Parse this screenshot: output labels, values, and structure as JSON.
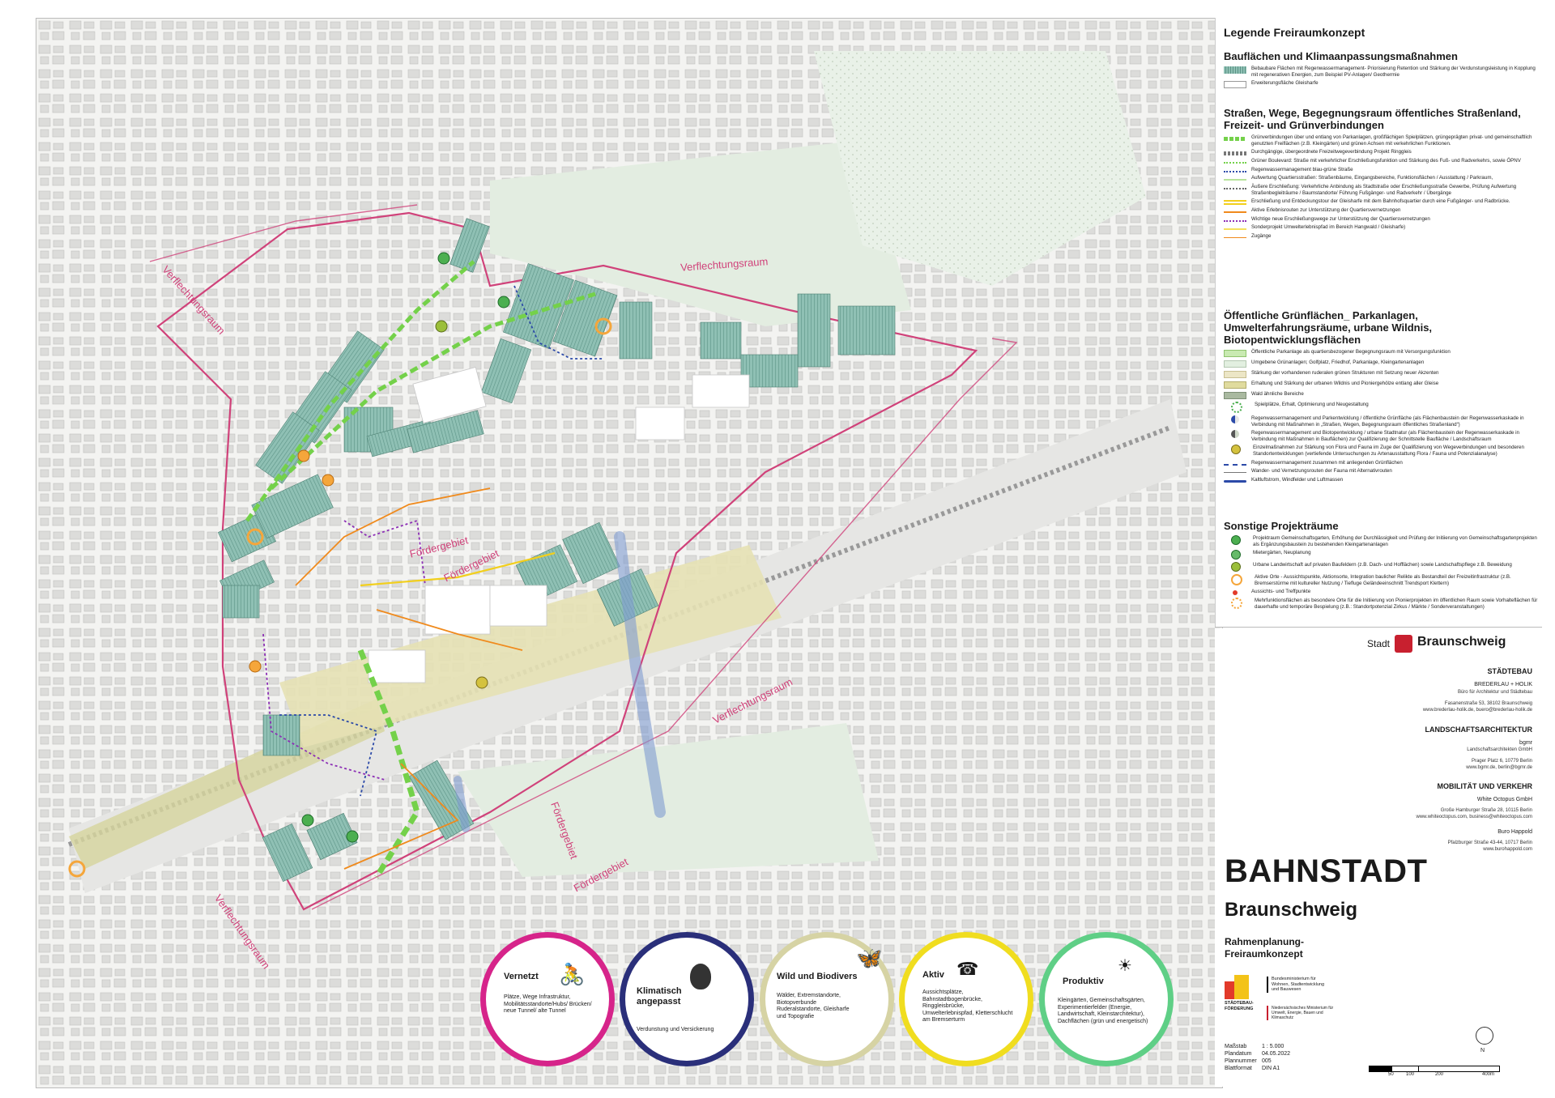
{
  "map": {
    "labels": {
      "verflechtungsraum": "Verflechtungsraum",
      "foerdergebiet": "Fördergebiet"
    }
  },
  "legend": {
    "title": "Legende Freiraumkonzept",
    "sections": [
      {
        "heading": "Bauflächen und Klimaanpassungsmaßnahmen",
        "items": [
          {
            "symbol": "hatched-teal",
            "text": "Bebaubare Flächen mit Regenwassermanagement- Priorisierung Retention und Stärkung der Verdunstungsleistung in Kopplung mit regenerativen Energien, zum Beispiel PV-Anlagen/ Geothermie"
          },
          {
            "symbol": "white-box",
            "text": "Erweiterungsfläche Gleisharfe"
          }
        ]
      },
      {
        "heading": "Straßen, Wege, Begegnungsraum öffentliches Straßenland, Freizeit- und Grünverbindungen",
        "items": [
          {
            "symbol": "green-dash-thick",
            "text": "Grünverbindungen über und entlang von Parkanlagen, großflächigen Spielplätzen, grüngeprägten privat- und gemeinschaftlich genutzten Freiflächen (z.B. Kleingärten) und grünen Achsen mit verkehrlichen Funktionen."
          },
          {
            "symbol": "grey-dash-thick",
            "text": "Durchgängige, übergeordnete Freizeitwegeverbindung Projekt Ringgleis"
          },
          {
            "symbol": "green-dot",
            "text": "Grüner Boulevard: Straße mit verkehrlicher Erschließungsfunktion und Stärkung des Fuß- und Radverkehrs, sowie ÖPNV"
          },
          {
            "symbol": "blue-dot",
            "text": "Regenwassermanagement blau-grüne Straße"
          },
          {
            "symbol": "light-green-line",
            "text": "Aufwertung Quartiersstraßen: Straßenbäume, Eingangsbereiche, Funktionsflächen / Ausstattung / Parkraum,"
          },
          {
            "symbol": "grey-dot",
            "text": "Äußere Erschließung: Verkehrliche Anbindung als Stadtstraße oder Erschließungsstraße Gewerbe, Prüfung Aufwertung Straßenbegleiträume / Baumstandorte/ Führung Fußgänger- und Radverkehr / Übergänge"
          },
          {
            "symbol": "yellow-line",
            "text": "Erschließung und Entdeckungstour der Gleisharfe mit dem Bahnhofsquartier durch eine Fußgänger- und Radbrücke."
          },
          {
            "symbol": "orange-line",
            "text": "Aktive Erlebnisrouten zur Unterstützung der Quartiersvernetzungen"
          },
          {
            "symbol": "purple-dot",
            "text": "Wichtige neue Erschließungswege zur Unterstützung der Quartiersvernetzungen"
          },
          {
            "symbol": "yellow-thin",
            "text": "Sonderprojekt Umwelterlebnispfad im Bereich Hangwald / Gleisharfe)"
          },
          {
            "symbol": "arrow-orange",
            "text": "Zugänge"
          }
        ]
      },
      {
        "heading": "Öffentliche Grünflächen_ Parkanlagen, Umwelterfahrungsräume, urbane Wildnis, Biotopentwicklungsflächen",
        "items": [
          {
            "symbol": "light-green-fill",
            "text": "Öffentliche Parkanlage als quartiersbezogener Begegnungsraum mit Versorgungsfunktion"
          },
          {
            "symbol": "pale-green-fill",
            "text": "Umgebene Grünanlagen; Golfplatz, Friedhof, Parkanlage, Kleingartenanlagen"
          },
          {
            "symbol": "beige-fill",
            "text": "Stärkung der vorhandenen ruderalen grünen Strukturen mit Setzung neuer Akzenten"
          },
          {
            "symbol": "khaki-fill",
            "text": "Erhaltung und Stärkung der urbanen Wildnis und Pioniergehölze entlang aller Gleise"
          },
          {
            "symbol": "olive-fill",
            "text": "Wald ähnliche Bereiche"
          },
          {
            "symbol": "green-star",
            "text": "Spielplätze, Erhalt, Optimierung und Neugestaltung"
          },
          {
            "symbol": "blue-half",
            "text": "Regenwassermanagement und Parkentwicklung / öffentliche Grünfläche (als Flächenbaustein der Regenwasserkaskade in Verbindung mit Maßnahmen in „Straßen, Wegen, Begegnungsraum öffentliches Straßenland“)"
          },
          {
            "symbol": "grey-half",
            "text": "Regenwassermanagement und Biotopentwicklung / urbane Stadtnatur (als Flächenbaustein der Regenwasserkaskade in Verbindung mit Maßnahmen in Bauflächen) zur Qualifizierung der Schnittstelle Baufläche / Landschaftsraum"
          },
          {
            "symbol": "olive-circle",
            "text": "Einzelmaßnahmen zur Stärkung von Flora und Fauna im Zuge der Qualifizierung von Wegeverbindungen und besonderen Standortentwicklungen (vertiefende Untersuchungen zu Artenausstattung Flora / Fauna und Potenzialanalyse)"
          },
          {
            "symbol": "blue-arrows",
            "text": "Regenwassermanagement zusammen mit anliegenden Grünflächen"
          },
          {
            "symbol": "grey-arrow-line",
            "text": "Wander- und Vernetzungsrouten der Fauna mit Alternativrouten"
          },
          {
            "symbol": "blue-wave",
            "text": "Kaltluftstrom, Windfelder und Luftmassen"
          }
        ]
      },
      {
        "heading": "Sonstige Projekträume",
        "items": [
          {
            "symbol": "green-tree-circle",
            "text": "Projektraum Gemeinschaftsgarten, Erhöhung der Durchlässigkeit und Prüfung der Initiierung von Gemeinschaftsgartenprojekten als Ergänzungsbaustein zu bestehenden Kleingartenanlagen"
          },
          {
            "symbol": "green-tree-circle2",
            "text": "Mietergärten, Neuplanung"
          },
          {
            "symbol": "olive-tree-circle",
            "text": "Urbane Landwirtschaft auf privaten Baufeldern (z.B. Dach- und Hofflächen) sowie Landschaftspflege z.B. Beweidung"
          },
          {
            "symbol": "orange-circle",
            "text": "Aktive Orte - Aussichtspunkte, Aktionsorte, Integration baulicher Relikte als Bestandteil der Freizeitinfrastruktur (z.B. Bremserstürme mit kultureller Nutzung / Tiefluge Geländeeinschnitt Trendsport Klettern)"
          },
          {
            "symbol": "red-dot",
            "text": "Aussichts- und Treffpunkte"
          },
          {
            "symbol": "sun-orange",
            "text": "Mehrfunktionsflächen als besondere Orte für die Initiierung von Pionierprojekten im öffentlichen Raum sowie Vorhalteflächen für dauerhafte und temporäre Bespielung (z.B.: Standortpotenzial Zirkus / Märkte / Sonderveranstaltungen)"
          }
        ]
      }
    ]
  },
  "titleblock": {
    "stadt": "Stadt",
    "city_logo_text": "Braunschweig",
    "staedtebau_head": "STÄDTEBAU",
    "staedtebau_firm": "BREDERLAU + HOLIK",
    "staedtebau_desc": "Büro für Architektur und Städtebau",
    "staedtebau_addr": "Fasanenstraße 53, 38102 Braunschweig",
    "staedtebau_web": "www.brederlau-holik.de, buero@brederlau-holik.de",
    "landschaft_head": "LANDSCHAFTSARCHITEKTUR",
    "landschaft_firm": "bgmr",
    "landschaft_desc": "Landschaftsarchitekten GmbH",
    "landschaft_addr": "Prager Platz 6, 10779 Berlin",
    "landschaft_web": "www.bgmr.de, berlin@bgmr.de",
    "mobil_head": "MOBILITÄT UND VERKEHR",
    "mobil_firm": "White Octopus GmbH",
    "mobil_addr": "Große Hamburger Straße 28, 10115 Berlin",
    "mobil_web": "www.whiteoctopus.com, business@whiteoctopus.com",
    "happold_firm": "Buro Happold",
    "happold_addr": "Pfalzburger Straße 43-44, 10717 Berlin",
    "happold_web": "www.burohappold.com",
    "project": "BAHNSTADT",
    "project_city": "Braunschweig",
    "plan_title": "Rahmenplanung- Freiraumkonzept",
    "logo_staedtebau": "STÄDTEBAU- FÖRDERUNG",
    "logo_bund": "Bundesministerium für Wohnen, Stadtentwicklung und Bauwesen",
    "logo_land": "Niedersächsisches Ministerium für Umwelt, Energie, Bauen und Klimaschutz",
    "meta": [
      {
        "k": "Maßstab",
        "v": "1 : 5.000"
      },
      {
        "k": "Plandatum",
        "v": "04.05.2022"
      },
      {
        "k": "Plannummer",
        "v": "005"
      },
      {
        "k": "Blattformat",
        "v": "DIN A1"
      }
    ],
    "scale_labels": [
      "50",
      "100",
      "200",
      "400m"
    ],
    "north": "N"
  },
  "circles": [
    {
      "title": "Vernetzt",
      "text": "Plätze, Wege Infrastruktur, Mobilitätsstandorte/Hubs/ Brücken/ neue Tunnel/ alte Tunnel",
      "color": "#d6248a",
      "icon": "cyclist-icon"
    },
    {
      "title": "Klimatisch angepasst",
      "text": "Verdunstung und Versickerung",
      "color": "#2a2f7a",
      "icon": "tree-icon"
    },
    {
      "title": "Wild und Biodivers",
      "text": "Wälder, Extremstandorte, Biotopverbunde Ruderalstandorte, Gleisharfe und Topografie",
      "color": "#d6d3a4",
      "icon": "butterfly-icon"
    },
    {
      "title": "Aktiv",
      "text": "Aussichtsplätze, Bahnstadtbogenbrücke, Ringgleisbrücke, Umwelterlebnispfad, Kletterschlucht am Bremserturm",
      "color": "#f0dd1f",
      "icon": "phone-icon"
    },
    {
      "title": "Produktiv",
      "text": "Kleingärten, Gemeinschaftsgärten, Experimentierfelder (Energie, Landwirtschaft, Kleinstarchitektur), Dachflächen (grün und energetisch)",
      "color": "#5fcf86",
      "icon": "sun-person-icon"
    }
  ],
  "colors": {
    "boundary": "#d0427a",
    "building_teal": "#7fb2a6",
    "green_route": "#74d14a",
    "purple_route": "#8c2fb5",
    "blue_route": "#2c4aa8",
    "orange_route": "#f08a1c",
    "yellow_route": "#f2cf1c",
    "rail_dash": "#8a8a8a"
  }
}
